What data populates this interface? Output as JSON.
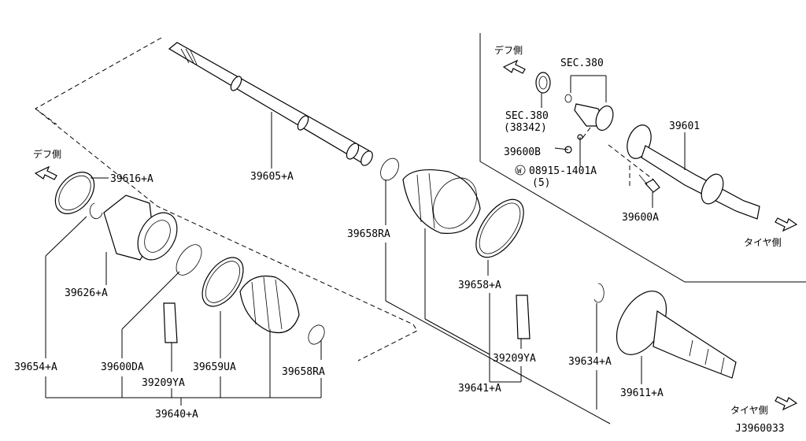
{
  "direction_labels": {
    "diff_side": "デフ側",
    "tire_side": "タイヤ側"
  },
  "labels": {
    "p39616": "39616+A",
    "p39605": "39605+A",
    "p39658RA_top": "39658RA",
    "p39626": "39626+A",
    "p39658A": "39658+A",
    "p39654": "39654+A",
    "p39600DA": "39600DA",
    "p39659UA": "39659UA",
    "p39658RA_bot": "39658RA",
    "p39209YA_left": "39209YA",
    "p39640": "39640+A",
    "p39209YA_right": "39209YA",
    "p39641": "39641+A",
    "p39634": "39634+A",
    "p39611": "39611+A",
    "sec380_top": "SEC.380",
    "sec380_mid": "SEC.380",
    "sec380_sub": "(38342)",
    "p39600B": "39600B",
    "bolt_prefix": "W",
    "bolt_num": "08915-1401A",
    "bolt_qty": "(5)",
    "p39601": "39601",
    "p39600A": "39600A",
    "diagram_id": "J3960033"
  }
}
